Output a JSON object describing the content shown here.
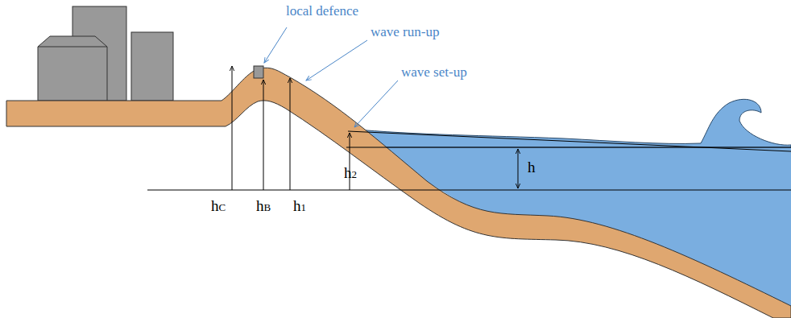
{
  "diagram": {
    "labels": [
      "local defence",
      "wave run-up",
      "wave set-up",
      "hC",
      "hB",
      "h1",
      "h2",
      "h"
    ]
  }
}
